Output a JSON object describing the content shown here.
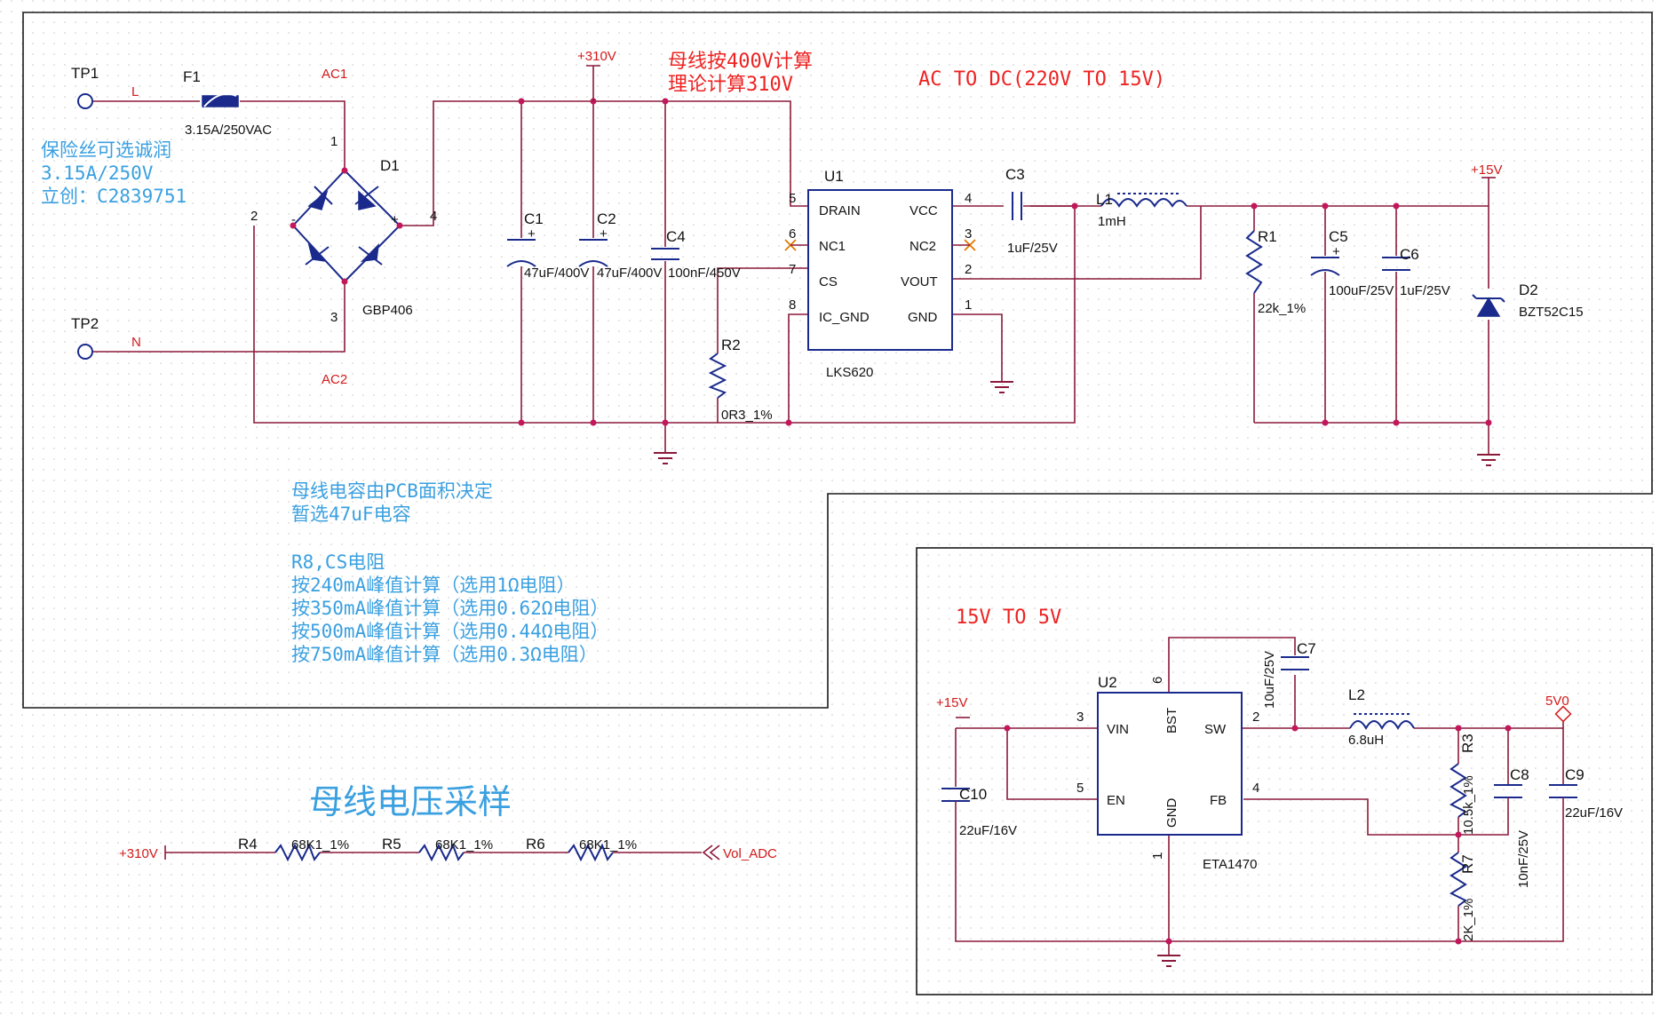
{
  "sections": {
    "ac_dc": "AC TO DC(220V TO  15V)",
    "dc_dc": "15V TO 5V"
  },
  "nets": {
    "v310": "+310V",
    "v15_top": "+15V",
    "v15_bot": "+15V",
    "v5": "5V0",
    "live": "L",
    "neutral": "N",
    "ac1": "AC1",
    "ac2": "AC2",
    "vol_adc": "Vol_ADC",
    "v310_adc": "+310V"
  },
  "test_points": {
    "tp1": "TP1",
    "tp2": "TP2"
  },
  "components": {
    "F1": {
      "ref": "F1",
      "value": "3.15A/250VAC"
    },
    "D1": {
      "ref": "D1",
      "value": "GBP406",
      "pins": {
        "p1": "1",
        "p2": "2",
        "p3": "3",
        "p4": "4"
      },
      "plus": "+",
      "minus": "-"
    },
    "C1": {
      "ref": "C1",
      "value": "47uF/400V"
    },
    "C2": {
      "ref": "C2",
      "value": "47uF/400V"
    },
    "C4": {
      "ref": "C4",
      "value": "100nF/450V"
    },
    "U1": {
      "ref": "U1",
      "value": "LKS620",
      "pins_left": [
        {
          "num": "5",
          "name": "DRAIN"
        },
        {
          "num": "6",
          "name": "NC1"
        },
        {
          "num": "7",
          "name": "CS"
        },
        {
          "num": "8",
          "name": "IC_GND"
        }
      ],
      "pins_right": [
        {
          "num": "4",
          "name": "VCC"
        },
        {
          "num": "3",
          "name": "NC2"
        },
        {
          "num": "2",
          "name": "VOUT"
        },
        {
          "num": "1",
          "name": "GND"
        }
      ]
    },
    "R2": {
      "ref": "R2",
      "value": "0R3_1%"
    },
    "C3": {
      "ref": "C3",
      "value": "1uF/25V"
    },
    "L1": {
      "ref": "L1",
      "value": "1mH"
    },
    "R1": {
      "ref": "R1",
      "value": "22k_1%"
    },
    "C5": {
      "ref": "C5",
      "value": "100uF/25V"
    },
    "C6": {
      "ref": "C6",
      "value": "1uF/25V"
    },
    "D2": {
      "ref": "D2",
      "value": "BZT52C15"
    },
    "U2": {
      "ref": "U2",
      "value": "ETA1470",
      "pins": {
        "vin": {
          "num": "3",
          "name": "VIN"
        },
        "en": {
          "num": "5",
          "name": "EN"
        },
        "bst": {
          "num": "6",
          "name": "BST"
        },
        "gnd": {
          "num": "1",
          "name": "GND"
        },
        "sw": {
          "num": "2",
          "name": "SW"
        },
        "fb": {
          "num": "4",
          "name": "FB"
        }
      }
    },
    "C7": {
      "ref": "C7",
      "value": "10uF/25V"
    },
    "L2": {
      "ref": "L2",
      "value": "6.8uH"
    },
    "R3": {
      "ref": "R3",
      "value": "10.5k_1%"
    },
    "R7": {
      "ref": "R7",
      "value": "2K_1%"
    },
    "C8": {
      "ref": "C8",
      "value": "10nF/25V"
    },
    "C9": {
      "ref": "C9",
      "value": "22uF/16V"
    },
    "C10": {
      "ref": "C10",
      "value": "22uF/16V"
    },
    "R4": {
      "ref": "R4",
      "value": "68K1_1%"
    },
    "R5": {
      "ref": "R5",
      "value": "68K1_1%"
    },
    "R6": {
      "ref": "R6",
      "value": "68K1_1%"
    }
  },
  "notes": {
    "fuse": [
      "保险丝可选诚润",
      "3.15A/250V",
      "立创：C2839751"
    ],
    "bus_voltage": [
      "母线按400V计算",
      "理论计算310V"
    ],
    "bus_cap": [
      "母线电容由PCB面积决定",
      "暂选47uF电容"
    ],
    "cs_resistor": [
      "R8,CS电阻",
      "按240mA峰值计算（选用1Ω电阻）",
      "按350mA峰值计算（选用0.62Ω电阻）",
      "按500mA峰值计算（选用0.44Ω电阻）",
      "按750mA峰值计算（选用0.3Ω电阻）"
    ],
    "sampling_title": "母线电压采样"
  },
  "colors": {
    "wire": "#8b1a3a",
    "symbol": "#1a2a8c",
    "junction": "#c2185b",
    "net_label": "#d11a1a",
    "note_red": "#ee2222",
    "note_blue": "#3aa0e0",
    "frame": "#1a1a1a"
  }
}
